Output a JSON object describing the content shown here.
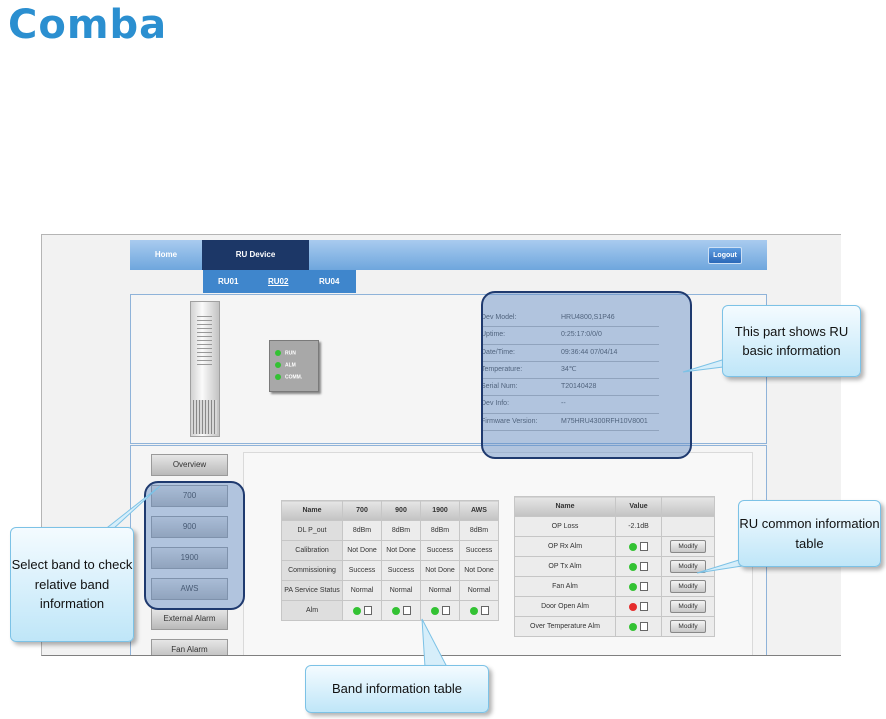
{
  "logo": "Comba",
  "nav": {
    "home": "Home",
    "ru_device": "RU Device",
    "logout": "Logout"
  },
  "subnav": [
    "RU01",
    "RU02",
    "RU04"
  ],
  "device_leds": [
    "RUN",
    "ALM",
    "COMM."
  ],
  "basic_info": [
    {
      "k": "Dev Model:",
      "v": "HRU4800,S1P46"
    },
    {
      "k": "Uptime:",
      "v": "0:25:17:0/0/0"
    },
    {
      "k": "Date/Time:",
      "v": "09:36:44 07/04/14"
    },
    {
      "k": "Temperature:",
      "v": "34℃"
    },
    {
      "k": "Serial Num:",
      "v": "T20140428"
    },
    {
      "k": "Dev Info:",
      "v": "--"
    },
    {
      "k": "Firmware Version:",
      "v": "M75HRU4300RFH10V8001"
    }
  ],
  "side_buttons": [
    "Overview",
    "700",
    "900",
    "1900",
    "AWS",
    "External Alarm",
    "Fan Alarm"
  ],
  "band_table": {
    "headers": [
      "Name",
      "700",
      "900",
      "1900",
      "AWS"
    ],
    "rows": [
      [
        "DL P_out",
        "8dBm",
        "8dBm",
        "8dBm",
        "8dBm"
      ],
      [
        "Calibration",
        "Not Done",
        "Not Done",
        "Success",
        "Success"
      ],
      [
        "Commissioning",
        "Success",
        "Success",
        "Not Done",
        "Not Done"
      ],
      [
        "PA Service Status",
        "Normal",
        "Normal",
        "Normal",
        "Normal"
      ]
    ],
    "alm_label": "Alm"
  },
  "common_table": {
    "headers": [
      "Name",
      "Value"
    ],
    "op_loss": {
      "name": "OP Loss",
      "value": "-2.1dB"
    },
    "rows": [
      {
        "name": "OP Rx Alm",
        "status": "green"
      },
      {
        "name": "OP Tx Alm",
        "status": "green"
      },
      {
        "name": "Fan Alm",
        "status": "green"
      },
      {
        "name": "Door Open Alm",
        "status": "red"
      },
      {
        "name": "Over Temperature Alm",
        "status": "green"
      }
    ],
    "modify_label": "Modify"
  },
  "callouts": {
    "basic": "This part shows RU basic information",
    "band_select": "Select band to check relative band information",
    "common": "RU common information table",
    "band_table": "Band information table"
  },
  "colors": {
    "brand": "#2b8fd0",
    "nav_dark": "#1c3767",
    "nav_light": "#6ea6dd",
    "alarm_ok": "#33c233",
    "alarm_bad": "#e52d2d"
  }
}
